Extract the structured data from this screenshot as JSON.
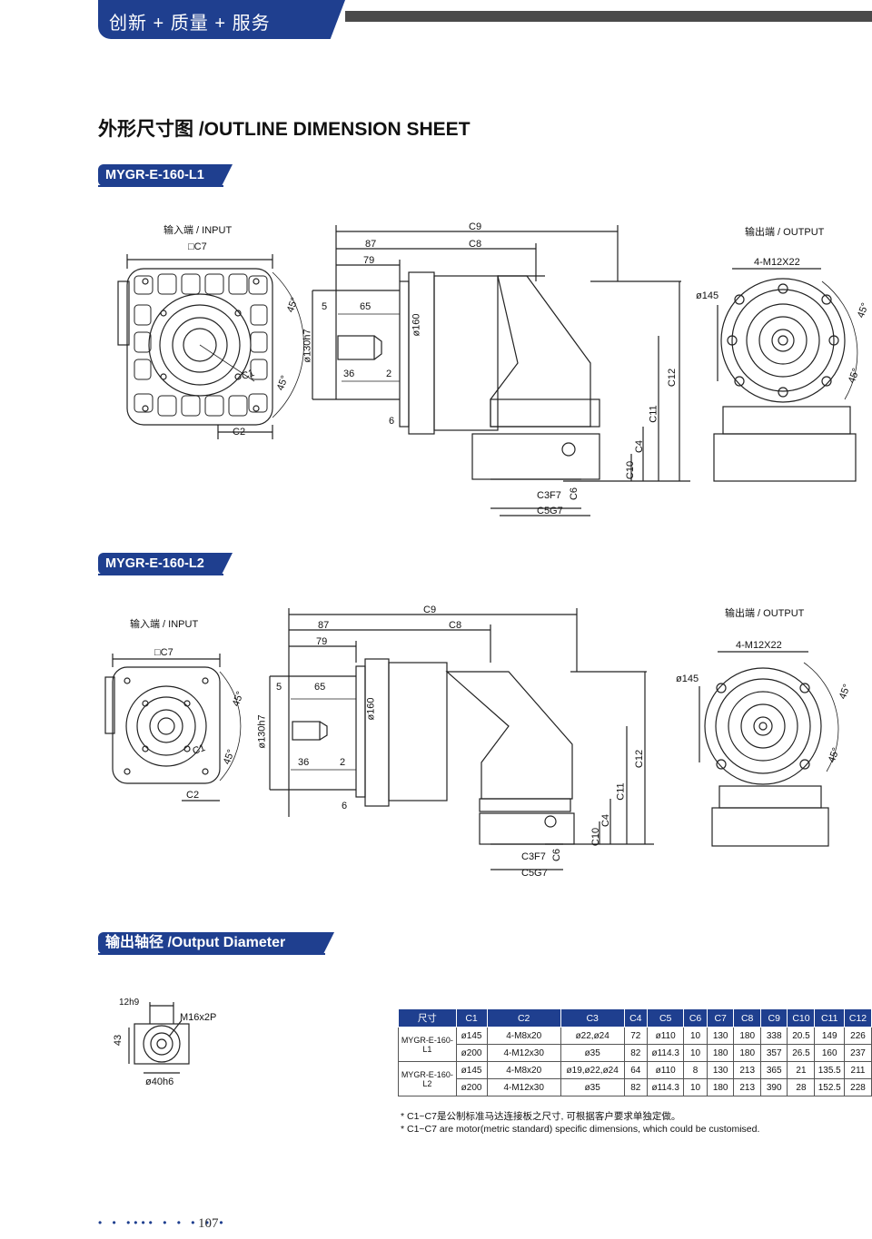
{
  "header": {
    "tagline": "创新 + 质量 + 服务"
  },
  "section_title": "外形尺寸图 /OUTLINE DIMENSION SHEET",
  "models": [
    {
      "name": "MYGR-E-160-L1",
      "input_label": "输入端 / INPUT",
      "output_label": "输出端 / OUTPUT",
      "dims": {
        "c7": "□C7",
        "c1": "C1",
        "c2": "C2",
        "a45": "45°",
        "c9": "C9",
        "c8": "C8",
        "d87": "87",
        "d79": "79",
        "d5": "5",
        "d65": "65",
        "d36": "36",
        "d2": "2",
        "d6": "6",
        "d130": "ø130h7",
        "d160": "ø160",
        "c12": "C12",
        "c11": "C11",
        "c4": "C4",
        "c10": "C10",
        "c3": "C3F7",
        "c6": "C6",
        "c5": "C5G7",
        "bolt": "4-M12X22",
        "d145": "ø145"
      }
    },
    {
      "name": "MYGR-E-160-L2",
      "input_label": "输入端 / INPUT",
      "output_label": "输出端 / OUTPUT",
      "dims": {
        "c7": "□C7",
        "c1": "C1",
        "c2": "C2",
        "a45": "45°",
        "c9": "C9",
        "c8": "C8",
        "d87": "87",
        "d79": "79",
        "d5": "5",
        "d65": "65",
        "d36": "36",
        "d2": "2",
        "d6": "6",
        "d130": "ø130h7",
        "d160": "ø160",
        "c12": "C12",
        "c11": "C11",
        "c4": "C4",
        "c10": "C10",
        "c3": "C3F7",
        "c6": "C6",
        "c5": "C5G7",
        "bolt": "4-M12X22",
        "d145": "ø145"
      }
    }
  ],
  "output_diameter": {
    "title": "输出轴径 /Output Diameter",
    "d12": "12h9",
    "d43": "43",
    "thread": "M16x2P",
    "d40": "ø40h6"
  },
  "table": {
    "headers": [
      "尺寸",
      "C1",
      "C2",
      "C3",
      "C4",
      "C5",
      "C6",
      "C7",
      "C8",
      "C9",
      "C10",
      "C11",
      "C12"
    ],
    "groups": [
      {
        "model": "MYGR-E-160-L1",
        "rows": [
          [
            "ø145",
            "4-M8x20",
            "ø22,ø24",
            "72",
            "ø110",
            "10",
            "130",
            "180",
            "338",
            "20.5",
            "149",
            "226"
          ],
          [
            "ø200",
            "4-M12x30",
            "ø35",
            "82",
            "ø114.3",
            "10",
            "180",
            "180",
            "357",
            "26.5",
            "160",
            "237"
          ]
        ]
      },
      {
        "model": "MYGR-E-160-L2",
        "rows": [
          [
            "ø145",
            "4-M8x20",
            "ø19,ø22,ø24",
            "64",
            "ø110",
            "8",
            "130",
            "213",
            "365",
            "21",
            "135.5",
            "211"
          ],
          [
            "ø200",
            "4-M12x30",
            "ø35",
            "82",
            "ø114.3",
            "10",
            "180",
            "213",
            "390",
            "28",
            "152.5",
            "228"
          ]
        ]
      }
    ]
  },
  "notes": [
    "* C1~C7是公制标准马达连接板之尺寸, 可根据客户要求单独定做。",
    "* C1~C7 are motor(metric standard) specific dimensions, which could be customised."
  ],
  "footer": {
    "page_number": "107"
  }
}
